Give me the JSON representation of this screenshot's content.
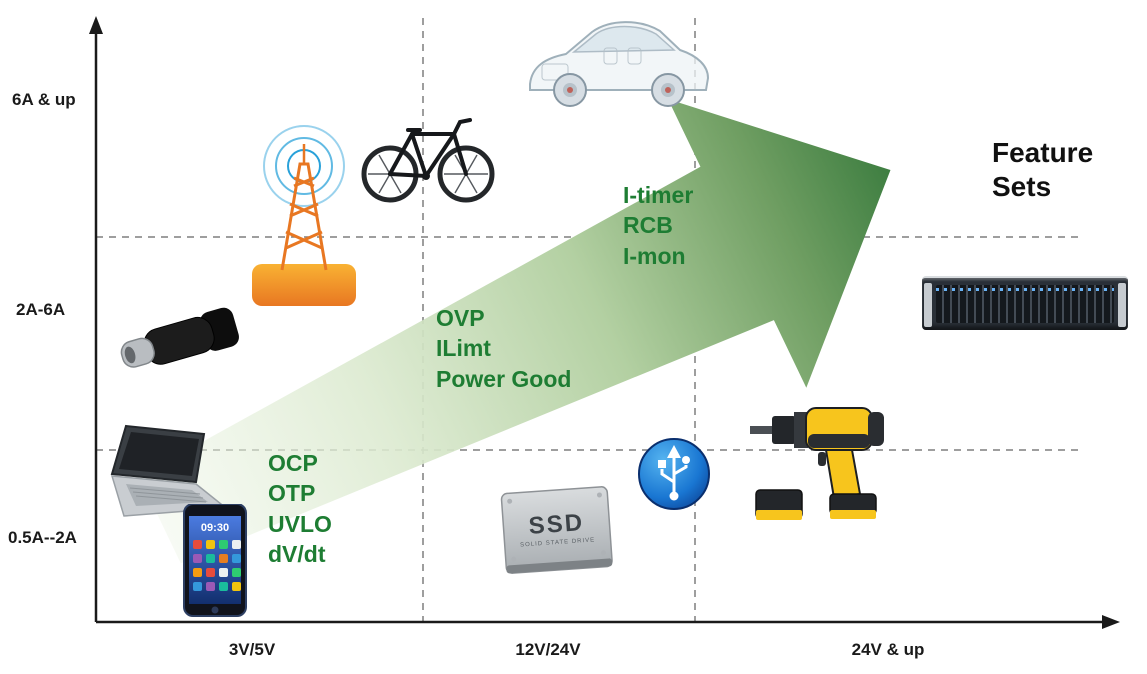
{
  "title": {
    "lines": [
      "Feature",
      "Sets"
    ]
  },
  "y_axis": {
    "labels": [
      "6A & up",
      "2A-6A",
      "0.5A--2A"
    ]
  },
  "x_axis": {
    "labels": [
      "3V/5V",
      "12V/24V",
      "24V & up"
    ]
  },
  "feature_groups": [
    {
      "name": "entry-level-features",
      "lines": [
        "OCP",
        "OTP",
        "UVLO",
        "dV/dt"
      ]
    },
    {
      "name": "mid-level-features",
      "lines": [
        "OVP",
        "ILimt",
        "Power Good"
      ]
    },
    {
      "name": "high-level-features",
      "lines": [
        "I-timer",
        "RCB",
        "I-mon"
      ]
    }
  ],
  "devices": {
    "ssd_label": "SSD",
    "ssd_sublabel": "SOLID STATE DRIVE",
    "phone_time": "09:30",
    "icons": [
      "laptop",
      "smartphone",
      "usb-c-cable",
      "cell-tower",
      "electric-bike",
      "car-xray",
      "ssd-drive",
      "usb-logo",
      "power-drill",
      "rack-server"
    ]
  },
  "colors": {
    "feature_text_green": "#1e7d33",
    "arrow_head_green": "#3e7e41",
    "arrow_tail_green": "#e8f2df",
    "tower_orange": "#ee7d23",
    "usb_blue": "#1565c0",
    "axis_black": "#1a1a1a"
  }
}
